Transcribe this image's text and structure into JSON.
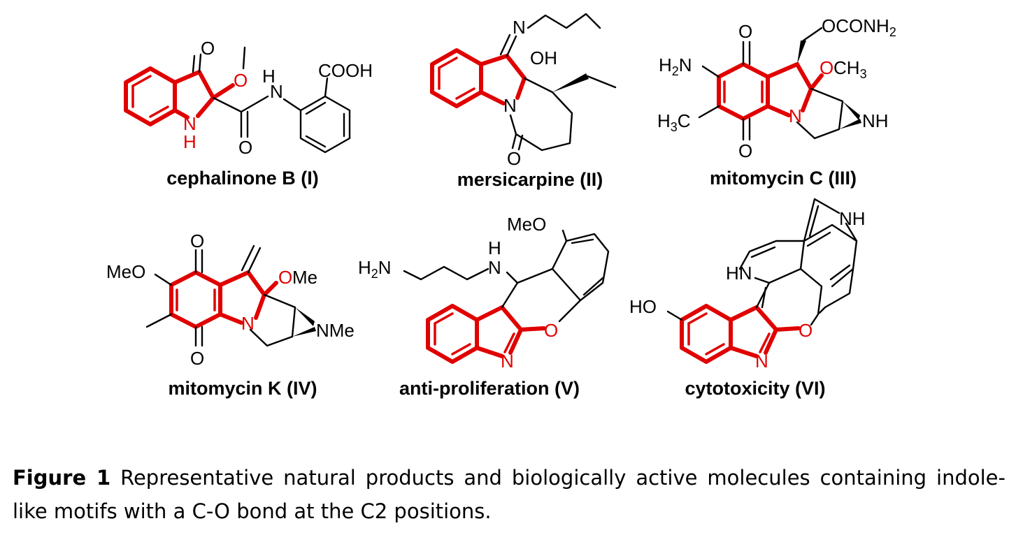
{
  "compounds": [
    {
      "name": "cephalinone B (I)"
    },
    {
      "name": "mersicarpine (II)"
    },
    {
      "name": "mitomycin C (III)"
    },
    {
      "name": "mitomycin K (IV)"
    },
    {
      "name": "anti-proliferation (V)"
    },
    {
      "name": "cytotoxicity (VI)"
    }
  ],
  "atoms": {
    "O": "O",
    "N": "N",
    "H": "H",
    "OH": "OH",
    "COOH": "COOH",
    "NH": "NH",
    "HN": "HN",
    "HO": "HO",
    "MeO": "MeO",
    "OMe": "OMe",
    "NMe": "NMe",
    "OCONH": "OCONH",
    "sub2": "2",
    "sub3": "3",
    "H2N_H": "H",
    "H2N_N": "N",
    "H3C_H": "H",
    "H3C_C": "C",
    "OCH": "OCH"
  },
  "highlight_color": "#e00000",
  "caption": {
    "label": "Figure 1",
    "text": " Representative natural products and biologically active molecules containing indole-like motifs with a C-O bond at the C2 positions."
  }
}
